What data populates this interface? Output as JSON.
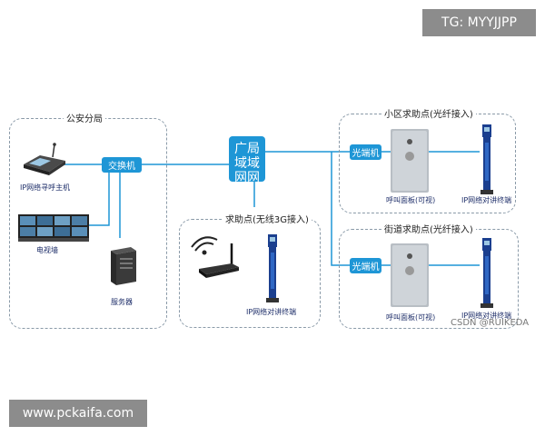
{
  "watermarks": {
    "top_right": "TG: MYYJJPP",
    "bottom_left": "www.pckaifa.com",
    "csdn": "CSDN @RUIKEDA"
  },
  "groups": {
    "police": {
      "title": "公安分局"
    },
    "help_wireless": {
      "title": "求助点(无线3G接入)"
    },
    "community": {
      "title": "小区求助点(光纤接入)"
    },
    "street": {
      "title": "街道求助点(光纤接入)"
    }
  },
  "devices": {
    "ip_host": "IP网络寻呼主机",
    "tv_wall": "电视墙",
    "server": "服务器",
    "switch": "交换机",
    "wan_line1": "广局",
    "wan_line2": "域域",
    "wan_line3": "网网",
    "optical_1": "光端机",
    "optical_2": "光端机",
    "call_panel_1": "呼叫面板(可视)",
    "intercom_1": "IP网络对讲终端",
    "intercom_wireless": "IP网络对讲终端",
    "call_panel_2": "呼叫面板(可视)",
    "intercom_2": "IP网络对讲终端"
  }
}
